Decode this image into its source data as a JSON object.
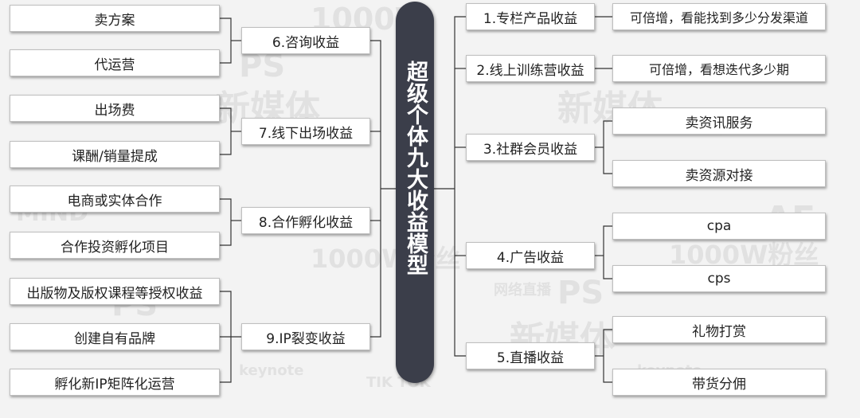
{
  "center_title": "超级个体九大收益模型",
  "left_branches": [
    {
      "label": "6.咨询收益",
      "leaves": [
        "卖方案",
        "代运营"
      ]
    },
    {
      "label": "7.线下出场收益",
      "leaves": [
        "出场费",
        "课酬/销量提成"
      ]
    },
    {
      "label": "8.合作孵化收益",
      "leaves": [
        "电商或实体合作",
        "合作投资孵化项目"
      ]
    },
    {
      "label": "9.IP裂变收益",
      "leaves": [
        "出版物及版权课程等授权收益",
        "创建自有品牌",
        "孵化新IP矩阵化运营"
      ]
    }
  ],
  "right_branches": [
    {
      "label": "1.专栏产品收益",
      "leaves": [
        "可倍增，看能找到多少分发渠道"
      ]
    },
    {
      "label": "2.线上训练营收益",
      "leaves": [
        "可倍增，看想迭代多少期"
      ]
    },
    {
      "label": "3.社群会员收益",
      "leaves": [
        "卖资讯服务",
        "卖资源对接"
      ]
    },
    {
      "label": "4.广告收益",
      "leaves": [
        "cpa",
        "cps"
      ]
    },
    {
      "label": "5.直播收益",
      "leaves": [
        "礼物打赏",
        "带货分佣"
      ]
    }
  ],
  "colors": {
    "center_bg": "#3b3e4a",
    "box_bg": "#ffffff",
    "line": "#333333",
    "page_bg": "#f3f3f3"
  }
}
